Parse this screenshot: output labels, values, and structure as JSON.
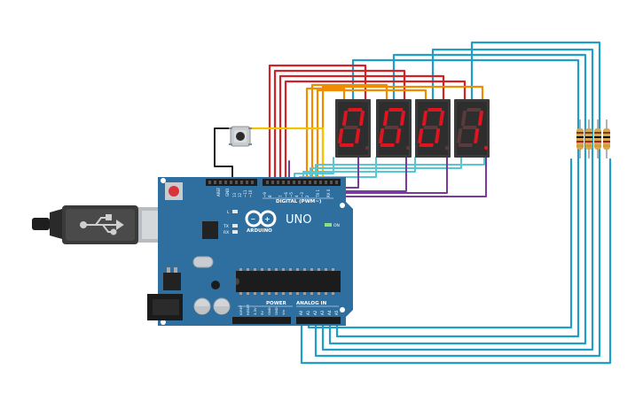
{
  "board": {
    "brand": "ARDUINO",
    "model": "UNO",
    "digital_label": "DIGITAL (PWM~)",
    "power_label": "POWER",
    "analog_label": "ANALOG IN",
    "aref_label": "AREF",
    "gnd_label": "GND",
    "on_label": "ON",
    "l_label": "L",
    "tx_label": "TX",
    "rx_label": "RX",
    "digital_pins": [
      "13",
      "12",
      "~11",
      "~10",
      "~9",
      "8",
      "7",
      "~6",
      "~5",
      "4",
      "~3",
      "2",
      "TX 1",
      "RX 0"
    ],
    "power_pins": [
      "IOREF",
      "RESET",
      "3.3V",
      "5V",
      "GND",
      "GND",
      "Vin"
    ],
    "analog_pins": [
      "A0",
      "A1",
      "A2",
      "A3",
      "A4",
      "A5"
    ]
  },
  "display": {
    "digits": [
      "0",
      "0",
      "0",
      "1"
    ]
  },
  "colors": {
    "board": "#2f6fa0",
    "segment_on": "#e0141e",
    "segment_off": "#5a3a3a",
    "wire_red": "#d22226",
    "wire_orange": "#f08c00",
    "wire_yellow": "#f5c400",
    "wire_blue": "#1f9fc8",
    "wire_teal": "#56c8d3",
    "wire_purple": "#7b3aa0",
    "wire_black": "#222222"
  },
  "icons": {
    "usb": "usb-icon",
    "arduino_logo": "infinity-icon"
  }
}
